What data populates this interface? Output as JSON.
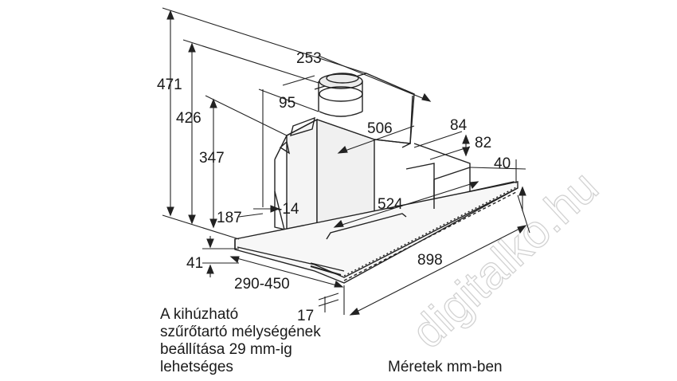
{
  "dimensions": {
    "d471": "471",
    "d426": "426",
    "d347": "347",
    "d253": "253",
    "d95": "95",
    "d506": "506",
    "d84": "84",
    "d82": "82",
    "d40": "40",
    "d524": "524",
    "d14": "-14",
    "d187": "187",
    "d41": "41",
    "d898": "898",
    "d290_450": "290-450",
    "d17": "17"
  },
  "notes": {
    "adjust_line1": "A kihúzható",
    "adjust_line2": "szűrőtartó mélységének",
    "adjust_line3": "beállítása 29 mm-ig",
    "adjust_line4": "lehetséges",
    "units": "Méretek mm-ben"
  },
  "watermark": {
    "text": "digitalko.hu"
  }
}
